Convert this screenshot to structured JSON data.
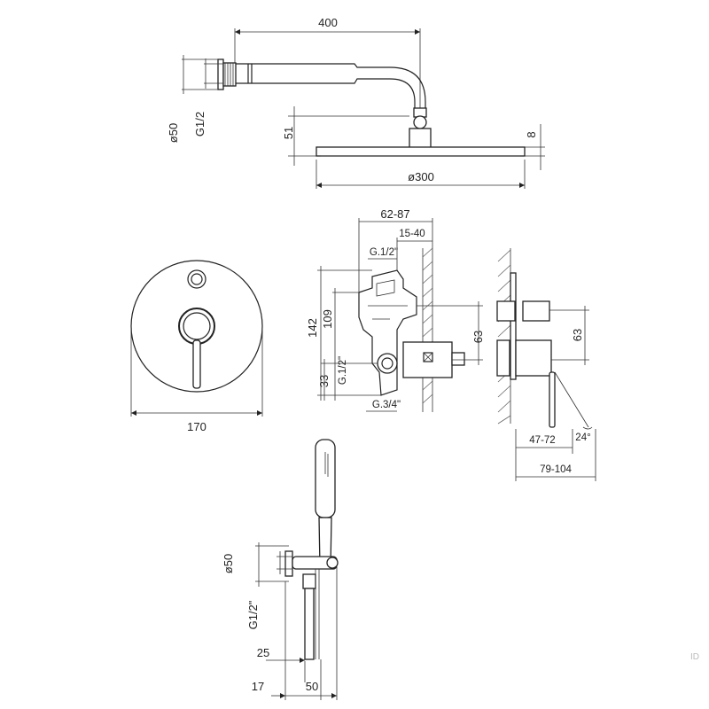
{
  "shower_head": {
    "dim_arm_length": "400",
    "dim_flange_dia": "ø50",
    "dim_thread": "G1/2",
    "dim_drop": "51",
    "dim_thickness": "8",
    "dim_head_dia": "ø300"
  },
  "plate": {
    "dim_width": "170"
  },
  "body": {
    "dim_depth_range": "62-87",
    "dim_depth_range2": "15-40",
    "dim_outlet_thread": "G.1/2\"",
    "dim_height_total": "142",
    "dim_height_109": "109",
    "dim_offset_63": "63",
    "dim_mid_thread": "G.1/2\"",
    "dim_height_33": "33",
    "dim_inlet_thread": "G.3/4\""
  },
  "side": {
    "dim_63": "63",
    "dim_projection": "47-72",
    "dim_angle": "24°",
    "dim_total": "79-104"
  },
  "hand_shower": {
    "dim_flange_dia": "ø50",
    "dim_thread": "G1/2\"",
    "dim_25": "25",
    "dim_17": "17",
    "dim_50": "50"
  },
  "watermark": "ID"
}
